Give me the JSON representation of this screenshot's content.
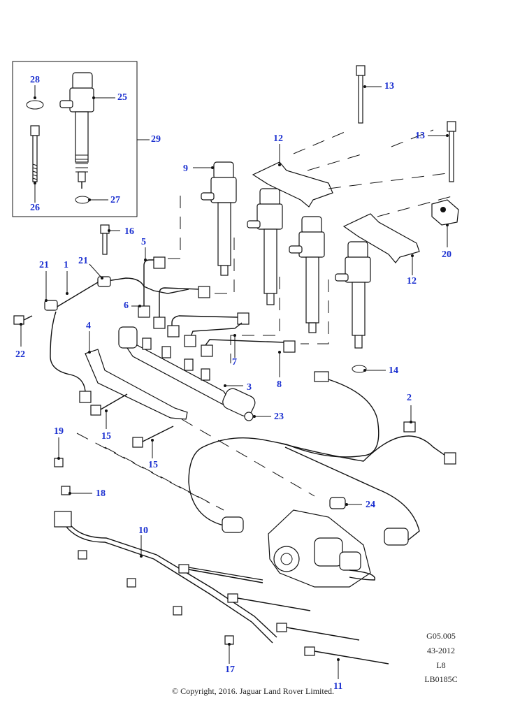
{
  "labels": {
    "p1": "1",
    "p2": "2",
    "p3": "3",
    "p4": "4",
    "p5": "5",
    "p6": "6",
    "p7": "7",
    "p8": "8",
    "p9": "9",
    "p10": "10",
    "p11": "11",
    "p12a": "12",
    "p12b": "12",
    "p13a": "13",
    "p13b": "13",
    "p14": "14",
    "p15a": "15",
    "p15b": "15",
    "p16": "16",
    "p17": "17",
    "p18": "18",
    "p19": "19",
    "p20": "20",
    "p21a": "21",
    "p21b": "21",
    "p22": "22",
    "p23": "23",
    "p24": "24",
    "p25": "25",
    "p26": "26",
    "p27": "27",
    "p28": "28",
    "p29": "29"
  },
  "reference": {
    "code": "G05.005",
    "date": "43-2012",
    "line3": "L8",
    "drawing": "LB0185C"
  },
  "copyright": "© Copyright, 2016. Jaguar Land Rover Limited.",
  "colors": {
    "label": "#1a2fd0",
    "line": "#111111"
  }
}
